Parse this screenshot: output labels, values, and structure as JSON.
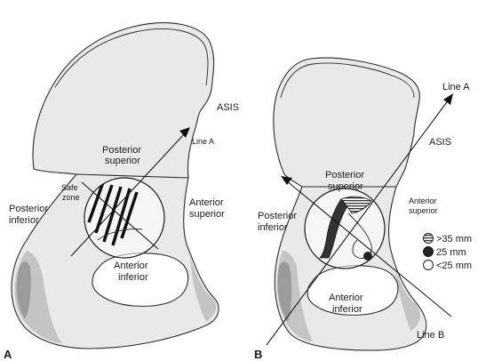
{
  "panel_a": {
    "panel_letter": "A",
    "labels": {
      "asis": "ASIS",
      "line_a": "Line A",
      "posterior_superior_1": "Posterior",
      "posterior_superior_2": "superior",
      "safe_zone_1": "Safe",
      "safe_zone_2": "zone",
      "posterior_inferior_1": "Posterior",
      "posterior_inferior_2": "inferior",
      "anterior_superior_1": "Anterior",
      "anterior_superior_2": "superior",
      "anterior_inferior_1": "Anterior",
      "anterior_inferior_2": "inferior"
    }
  },
  "panel_b": {
    "panel_letter": "B",
    "labels": {
      "line_a": "Line A",
      "asis": "ASIS",
      "posterior_superior_1": "Posterior",
      "posterior_superior_2": "superior",
      "posterior_inferior_1": "Posterior",
      "posterior_inferior_2": "inferior",
      "anterior_superior_1": "Anterior",
      "anterior_superior_2": "superior",
      "anterior_inferior_1": "Anterior",
      "anterior_inferior_2": "inferior",
      "line_b": "Line B"
    },
    "legend": [
      {
        "label": ">35 mm",
        "marker": "striped-circle"
      },
      {
        "label": "25 mm",
        "marker": "filled-circle"
      },
      {
        "label": "<25 mm",
        "marker": "open-circle"
      }
    ]
  }
}
